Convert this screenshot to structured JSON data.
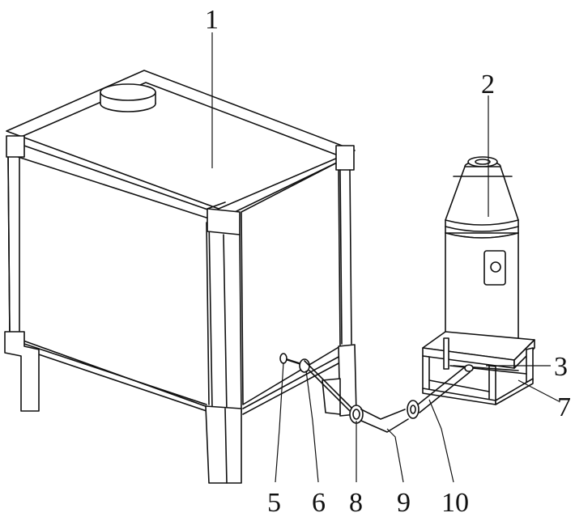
{
  "figure": {
    "labels": [
      {
        "id": "label-1",
        "text": "1"
      },
      {
        "id": "label-2",
        "text": "2"
      },
      {
        "id": "label-3",
        "text": "3"
      },
      {
        "id": "label-5",
        "text": "5"
      },
      {
        "id": "label-6",
        "text": "6"
      },
      {
        "id": "label-7",
        "text": "7"
      },
      {
        "id": "label-8",
        "text": "8"
      },
      {
        "id": "label-9",
        "text": "9"
      },
      {
        "id": "label-10",
        "text": "10"
      }
    ],
    "components": [
      "water-tank",
      "tank-lid",
      "gas-cylinder",
      "cylinder-stand",
      "pipeline"
    ]
  }
}
